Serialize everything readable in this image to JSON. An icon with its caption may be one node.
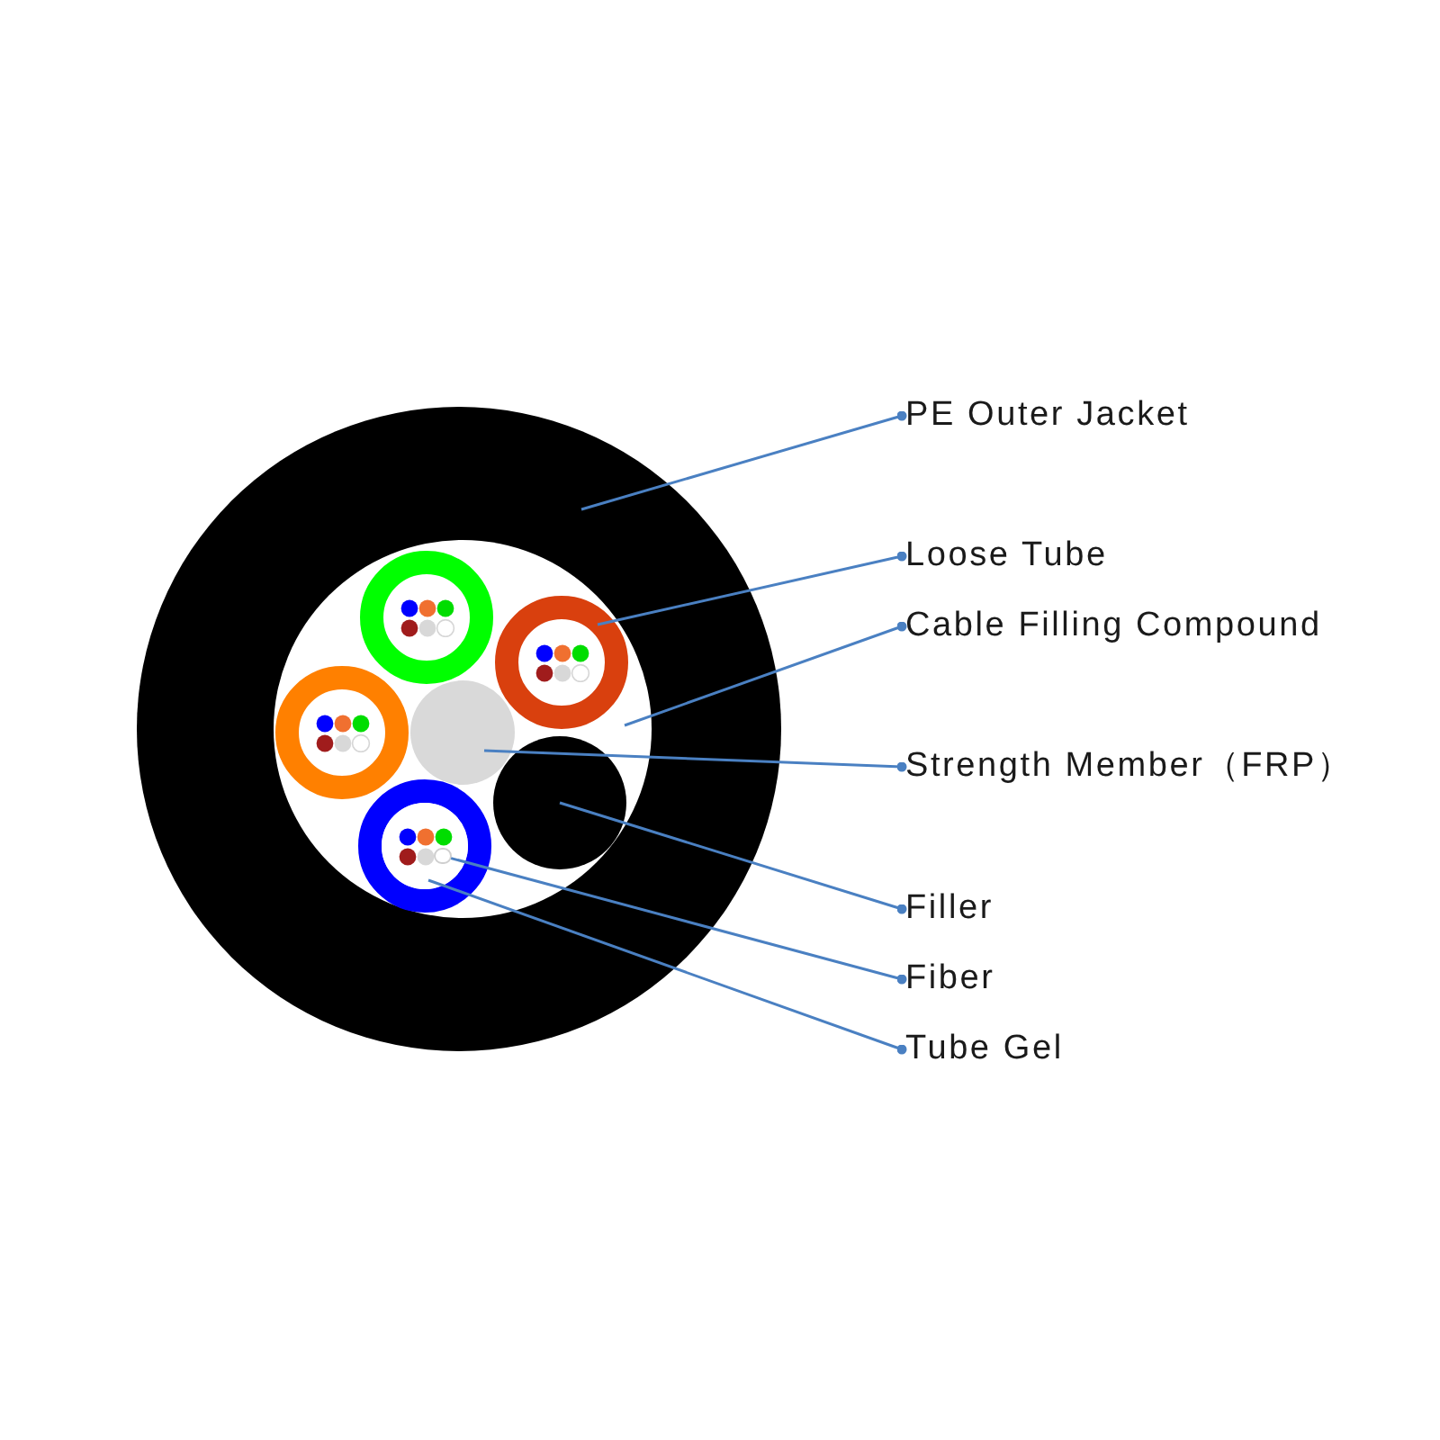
{
  "diagram": {
    "nodes": [
      {
        "text": [],
        "shape": "circle"
      },
      {
        "text": [],
        "shape": "circle",
        "in": 0
      },
      {
        "text": [],
        "shape": "circle",
        "in": 1
      },
      {
        "text": [],
        "shape": "circle",
        "in": 1
      },
      {
        "text": [],
        "shape": "circle",
        "in": 1
      },
      {
        "text": [],
        "shape": "circle",
        "in": 1
      },
      {
        "text": [],
        "shape": "circle",
        "in": 5
      },
      {
        "text": [
          "PE Outer Jacket"
        ]
      },
      {
        "text": [
          "Loose Tube"
        ]
      },
      {
        "text": [
          "Cable Filling Compound"
        ]
      },
      {
        "text": [
          "Strength Member（FRP）"
        ]
      },
      {
        "text": [
          "Filler"
        ]
      },
      {
        "text": [
          "Fiber"
        ]
      },
      {
        "text": [
          "Tube Gel"
        ]
      }
    ],
    "edges": [
      {
        "from": 7,
        "to": 0,
        "arrow": "other"
      },
      {
        "from": 8,
        "to": 2,
        "arrow": "other"
      },
      {
        "from": 9,
        "to": 1,
        "arrow": "other"
      },
      {
        "from": 10,
        "to": 3,
        "arrow": "other"
      },
      {
        "from": 11,
        "to": 4,
        "arrow": "other"
      },
      {
        "from": 12,
        "to": 6,
        "arrow": "other"
      },
      {
        "from": 13,
        "to": 5,
        "arrow": "other"
      }
    ]
  }
}
